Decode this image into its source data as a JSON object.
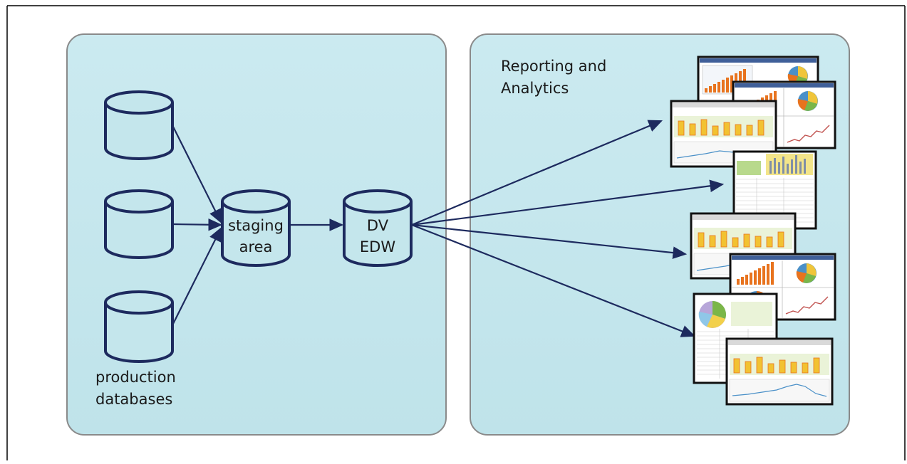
{
  "panels": {
    "left": {
      "caption_line1": "production",
      "caption_line2": "databases"
    },
    "right": {
      "title_line1": "Reporting and",
      "title_line2": "Analytics"
    }
  },
  "nodes": {
    "staging": {
      "line1": "staging",
      "line2": "area"
    },
    "dv": {
      "line1": "DV",
      "line2": "EDW"
    }
  },
  "colors": {
    "panel_fill": "#c4e6ec",
    "panel_stroke": "#8a8a8a",
    "db_stroke": "#1d2a5e",
    "arrow": "#1d2a5e",
    "chart_orange": "#e8731e",
    "chart_yellow": "#f2d04a"
  }
}
